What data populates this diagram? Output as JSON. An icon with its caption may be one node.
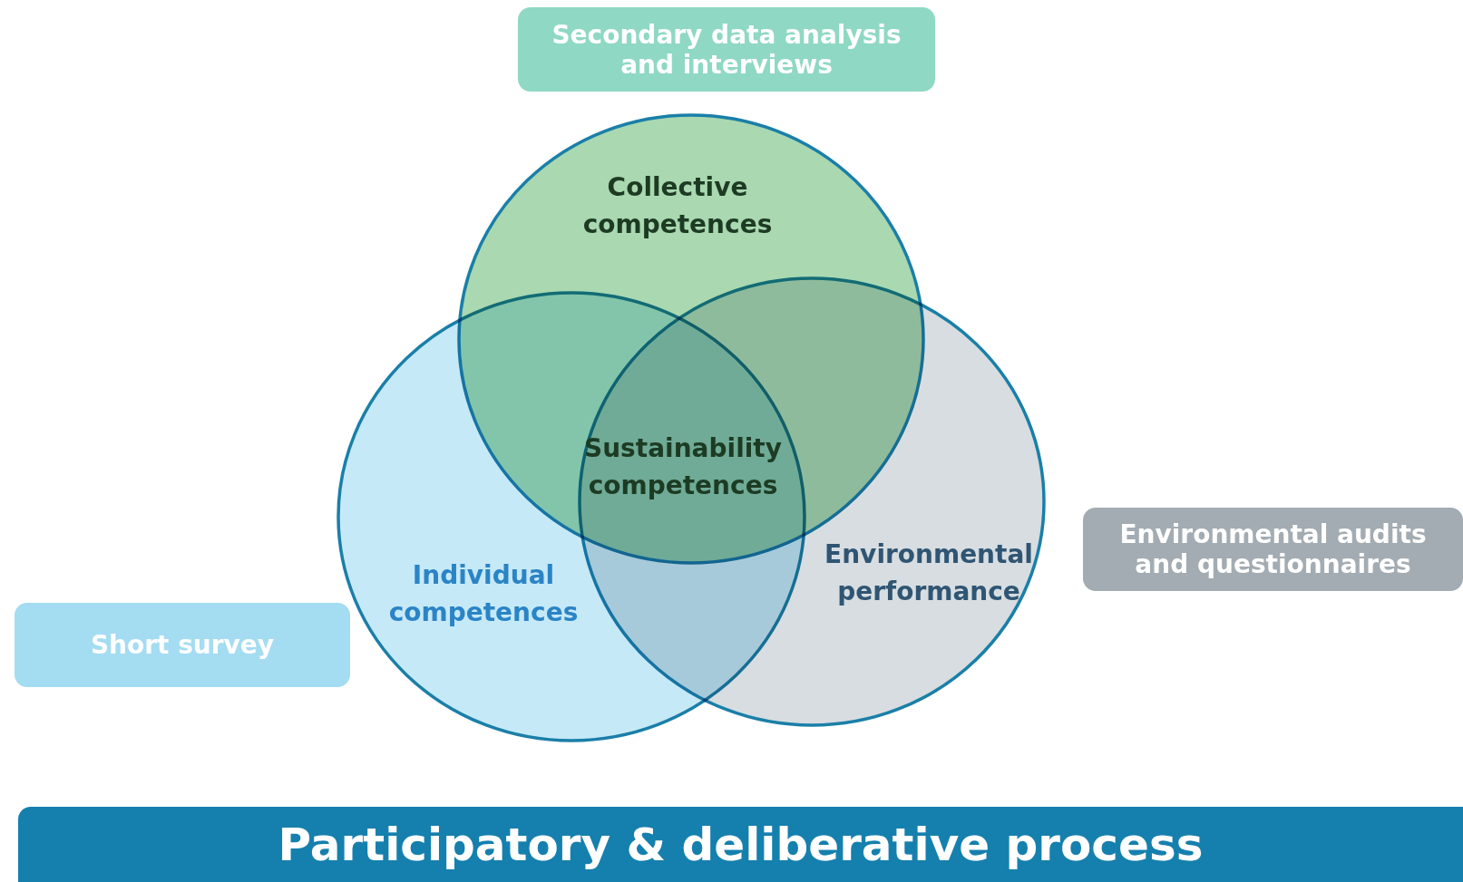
{
  "diagram": {
    "nodes": [
      {
        "text": [
          "Secondary data analysis and interviews"
        ]
      },
      {
        "text": [
          "Collective competences"
        ]
      },
      {
        "text": [
          "Individual competences"
        ]
      },
      {
        "text": [
          "Environmental performance"
        ]
      },
      {
        "text": [
          "Environmental audits and questionnaires"
        ]
      },
      {
        "text": [
          "Short survey"
        ]
      },
      {
        "text": [
          "Participatory & deliberative process"
        ]
      }
    ],
    "labels": [
      "Sustainability competences"
    ]
  }
}
